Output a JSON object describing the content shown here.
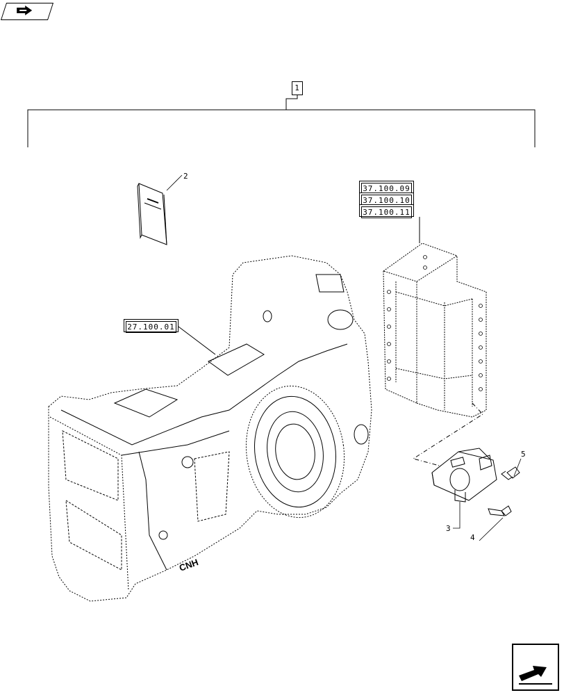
{
  "navigation": {
    "back_icon": "arrow-left-icon",
    "next_icon": "page-next-arrow-icon"
  },
  "group_label": "1",
  "references": {
    "hitch_refs": [
      "37.100.09",
      "37.100.10",
      "37.100.11"
    ],
    "housing_ref": "27.100.01"
  },
  "callouts": {
    "manual": "2",
    "ball_hitch": "3",
    "bolt_long": "4",
    "bolt_short": "5"
  },
  "housing_logo": "CNH"
}
